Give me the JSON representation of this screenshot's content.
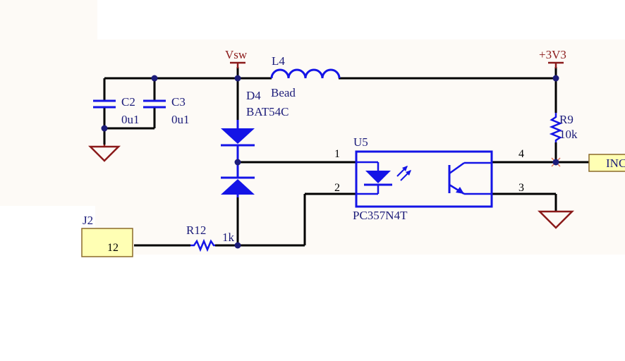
{
  "schematic": {
    "nets": {
      "vsw": "Vsw",
      "v3v3": "+3V3"
    },
    "components": {
      "c2": {
        "ref": "C2",
        "value": "0u1"
      },
      "c3": {
        "ref": "C3",
        "value": "0u1"
      },
      "l4": {
        "ref": "L4",
        "value": "Bead"
      },
      "d4": {
        "ref": "D4",
        "value": "BAT54C"
      },
      "r9": {
        "ref": "R9",
        "value": "10k"
      },
      "u5": {
        "ref": "U5",
        "value": "PC357N4T"
      },
      "r12": {
        "ref": "R12",
        "value": "1k"
      },
      "j2": {
        "ref": "J2",
        "pin": "12"
      }
    },
    "pins": {
      "p1": "1",
      "p2": "2",
      "p3": "3",
      "p4": "4"
    },
    "port": {
      "label": "INC"
    },
    "colors": {
      "wire": "#000000",
      "part": "#1414e6",
      "junction": "#1c1c7a",
      "power": "#8b1a1a",
      "connector_fill": "#ffffb4",
      "sheet": "#fdfaf6"
    }
  }
}
